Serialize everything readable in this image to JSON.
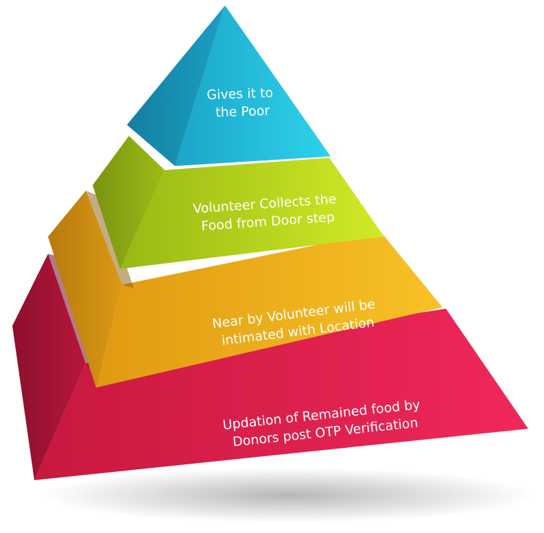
{
  "pyramid": {
    "tiers": [
      {
        "lines": [
          "Gives it to",
          "the Poor"
        ],
        "color_front": "#25bfe0",
        "color_side": "#1a8fb0"
      },
      {
        "lines": [
          "Volunteer Collects the",
          "Food from Door step"
        ],
        "color_front": "#b7d51b",
        "color_side": "#8aa30f"
      },
      {
        "lines": [
          "Near by Volunteer will be",
          "intimated with Location"
        ],
        "color_front": "#f2b41e",
        "color_side": "#c98912"
      },
      {
        "lines": [
          "Updation of Remained food by",
          "Donors post OTP Verification"
        ],
        "color_front": "#e9244e",
        "color_side": "#a51233"
      }
    ]
  }
}
